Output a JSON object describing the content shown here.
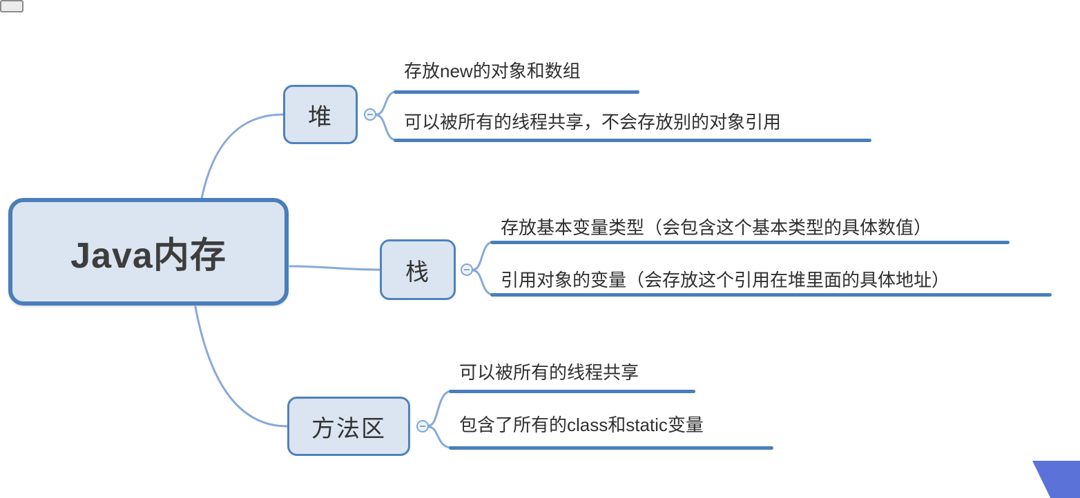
{
  "title": "Java内存 mind map",
  "root": {
    "label": "Java内存"
  },
  "branches": [
    {
      "id": "heap",
      "label": "堆",
      "children": [
        {
          "label": "存放new的对象和数组"
        },
        {
          "label": "可以被所有的线程共享，不会存放别的对象引用"
        }
      ]
    },
    {
      "id": "stack",
      "label": "栈",
      "children": [
        {
          "label": "存放基本变量类型（会包含这个基本类型的具体数值）"
        },
        {
          "label": "引用对象的变量（会存放这个引用在堆里面的具体地址）"
        }
      ]
    },
    {
      "id": "method-area",
      "label": "方法区",
      "children": [
        {
          "label": "可以被所有的线程共享"
        },
        {
          "label": "包含了所有的class和static变量"
        }
      ]
    }
  ],
  "colors": {
    "node-fill": "#dbe5f1",
    "node-border": "#4f81bd",
    "root-border": "#4a7ebb",
    "underline": "#4a7ebb",
    "connector": "#87a9d9",
    "text": "#2f2f2f",
    "corner-shape": "#5b72d8",
    "toggle-border": "#7da7d8"
  }
}
